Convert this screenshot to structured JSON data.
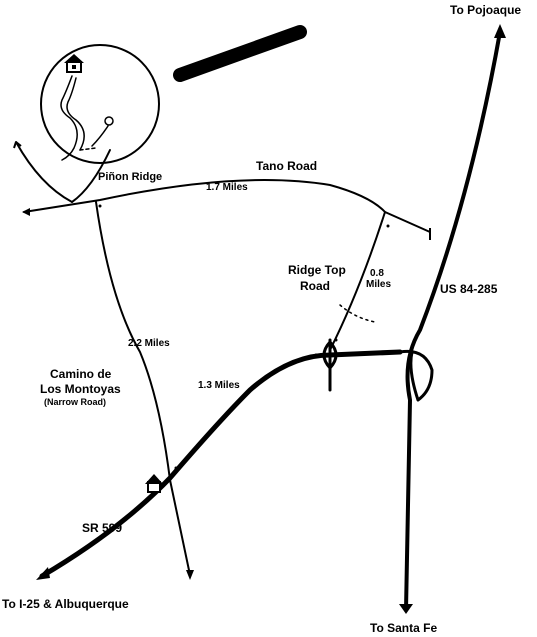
{
  "labels": {
    "to_pojoaque": "To Pojoaque",
    "pinon_ridge": "Piñon Ridge",
    "tano_road": "Tano Road",
    "tano_miles": "1.7 Miles",
    "ridge_top_1": "Ridge Top",
    "ridge_top_2": "Road",
    "ridge_miles_1": "0.8",
    "ridge_miles_2": "Miles",
    "us_highway": "US 84-285",
    "camino_miles": "2.2 Miles",
    "camino_1": "Camino de",
    "camino_2": "Los Montoyas",
    "camino_3": "(Narrow Road)",
    "sr599_miles": "1.3 Miles",
    "sr599": "SR 599",
    "to_albuquerque": "To I-25 &  Albuquerque",
    "to_santa_fe": "To Santa Fe"
  },
  "icons": {
    "magnifier": "magnifying-glass-icon",
    "house_inset": "house-icon",
    "house_map": "house-icon"
  }
}
